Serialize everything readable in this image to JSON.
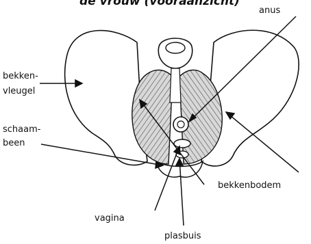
{
  "diagram": {
    "title": "de vrouw (vooraanzicht)",
    "labels": {
      "anus": "anus",
      "bekken_line1": "bekken-",
      "bekken_line2": "vleugel",
      "schaam_line1": "schaam-",
      "schaam_line2": "been",
      "bekkenbodem": "bekkenbodem",
      "vagina": "vagina",
      "plasbuis": "plasbuis"
    },
    "colors": {
      "ink": "#111111",
      "bone": "#ffffff",
      "muscle": "#cfcfcf",
      "background": "#ffffff"
    }
  }
}
